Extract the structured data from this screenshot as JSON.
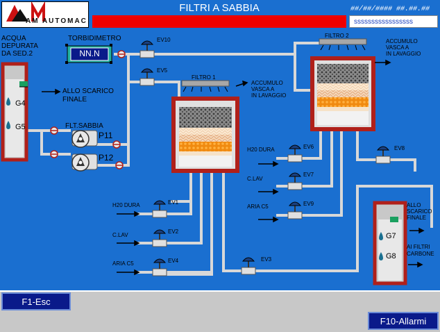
{
  "header": {
    "logo_text": "AM AUTOMAC",
    "title": "FILTRI A SABBIA",
    "datetime": "##/##/#### ##.##.##",
    "status": "sssssssssssssssss"
  },
  "labels": {
    "acqua": "ACQUA DEPURATA DA SED.2",
    "acqua_l1": "ACQUA",
    "acqua_l2": "DEPURATA",
    "acqua_l3": "DA SED.2",
    "torbidimetro": "TORBIDIMETRO",
    "torbidimetro_value": "NN.N",
    "scarico1_l1": "ALLO SCARICO",
    "scarico1_l2": "FINALE",
    "flt_sabbia": "FLT.SABBIA",
    "p11": "P11",
    "p12": "P12",
    "g4": "G4",
    "g5": "G5",
    "filtro1": "FILTRO 1",
    "filtro2": "FILTRO 2",
    "accumulo1_l1": "ACCUMULO",
    "accumulo1_l2": "VASCA A",
    "accumulo1_l3": "IN LAVAGGIO",
    "accumulo2_l1": "ACCUMULO",
    "accumulo2_l2": "VASCA A",
    "accumulo2_l3": "IN LAVAGGIO",
    "h20_dura_1": "H20 DURA",
    "clav_1": "C.LAV",
    "aria_1": "ARIA C5",
    "h20_dura_2": "H20 DURA",
    "clav_2": "C.LAV",
    "aria_2": "ARIA C5",
    "scarico2_l1": "ALLO",
    "scarico2_l2": "SCARICO",
    "scarico2_l3": "FINALE",
    "carbone_l1": "AI FILTRI",
    "carbone_l2": "CARBONE",
    "g7": "G7",
    "g8": "G8"
  },
  "valves": {
    "ev1": "EV1",
    "ev2": "EV2",
    "ev3": "EV3",
    "ev4": "EV4",
    "ev5": "EV5",
    "ev6": "EV6",
    "ev7": "EV7",
    "ev8": "EV8",
    "ev9": "EV9",
    "ev10": "EV10"
  },
  "footer": {
    "f1": "F1-Esc",
    "f10": "F10-Allarmi"
  },
  "colors": {
    "background": "#1a6fd0",
    "alarm_bar": "#ee0000",
    "tank_wall": "#b0201a",
    "pipe": "#d8d8d8",
    "button": "#0a1a8a"
  }
}
